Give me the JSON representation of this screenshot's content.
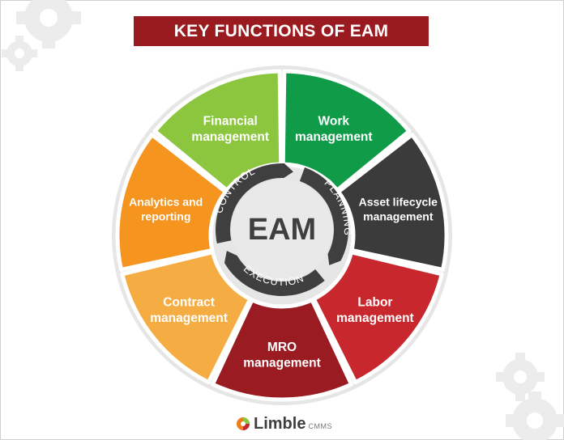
{
  "title": "KEY FUNCTIONS OF EAM",
  "center": "EAM",
  "cycle": [
    "PLANNING",
    "EXECUTION",
    "CONTROL"
  ],
  "segments": [
    {
      "lines": [
        "Work",
        "management"
      ],
      "color": "#0f9b48"
    },
    {
      "lines": [
        "Asset lifecycle",
        "management"
      ],
      "color": "#3b3b3b"
    },
    {
      "lines": [
        "Labor",
        "management"
      ],
      "color": "#c8272d"
    },
    {
      "lines": [
        "MRO",
        "management"
      ],
      "color": "#9a1c22"
    },
    {
      "lines": [
        "Contract",
        "management"
      ],
      "color": "#f5ad43"
    },
    {
      "lines": [
        "Analytics and",
        "reporting"
      ],
      "color": "#f5941e"
    },
    {
      "lines": [
        "Financial",
        "management"
      ],
      "color": "#8cc63f"
    }
  ],
  "logo": {
    "name": "Limble",
    "suffix": "CMMS"
  },
  "icons": {
    "background": "gear-icon",
    "logo": "gear-icon"
  }
}
